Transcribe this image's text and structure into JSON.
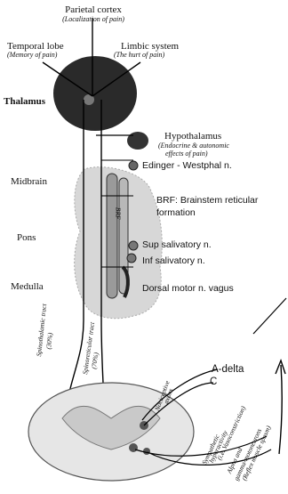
{
  "labels": {
    "parietal": "Parietal cortex",
    "parietal_sub": "(Localization of pain)",
    "temporal": "Temporal lobe",
    "temporal_sub": "(Memory of pain)",
    "limbic": "Limbic system",
    "limbic_sub": "(The hurt of pain)",
    "thalamus": "Thalamus",
    "hypothalamus": "Hypothalamus",
    "hypothalamus_sub1": "(Endocrine & autonomic",
    "hypothalamus_sub2": "effects of pain)",
    "edinger": "Edinger - Westphal n.",
    "midbrain": "Midbrain",
    "brf1": "BRF: Brainstem reticular",
    "brf2": "formation",
    "pons": "Pons",
    "sup_saliv": "Sup salivatory n.",
    "inf_saliv": "Inf salivatory n.",
    "medulla": "Medulla",
    "dorsal_motor": "Dorsal motor n. vagus",
    "brf_vertical": "BRF",
    "spinothalamic": "Spinothalamic tract",
    "spinothalamic_pct": "(30%)",
    "spinoreticular": "Spinoreticular tract",
    "spinoreticular_pct": "(70%)",
    "nociceptive": "Nociceptive",
    "axons": "axons",
    "a_delta": "A-delta",
    "c_fiber": "C",
    "sympathetic1": "Sympathetic",
    "sympathetic2": "hyperactivity",
    "sympathetic3": "(i.e. Vasoconstriction)",
    "alpha1": "Alpha and",
    "alpha2": "gamma-motoneurons",
    "alpha3": "(Reflex muscle spasm)"
  }
}
